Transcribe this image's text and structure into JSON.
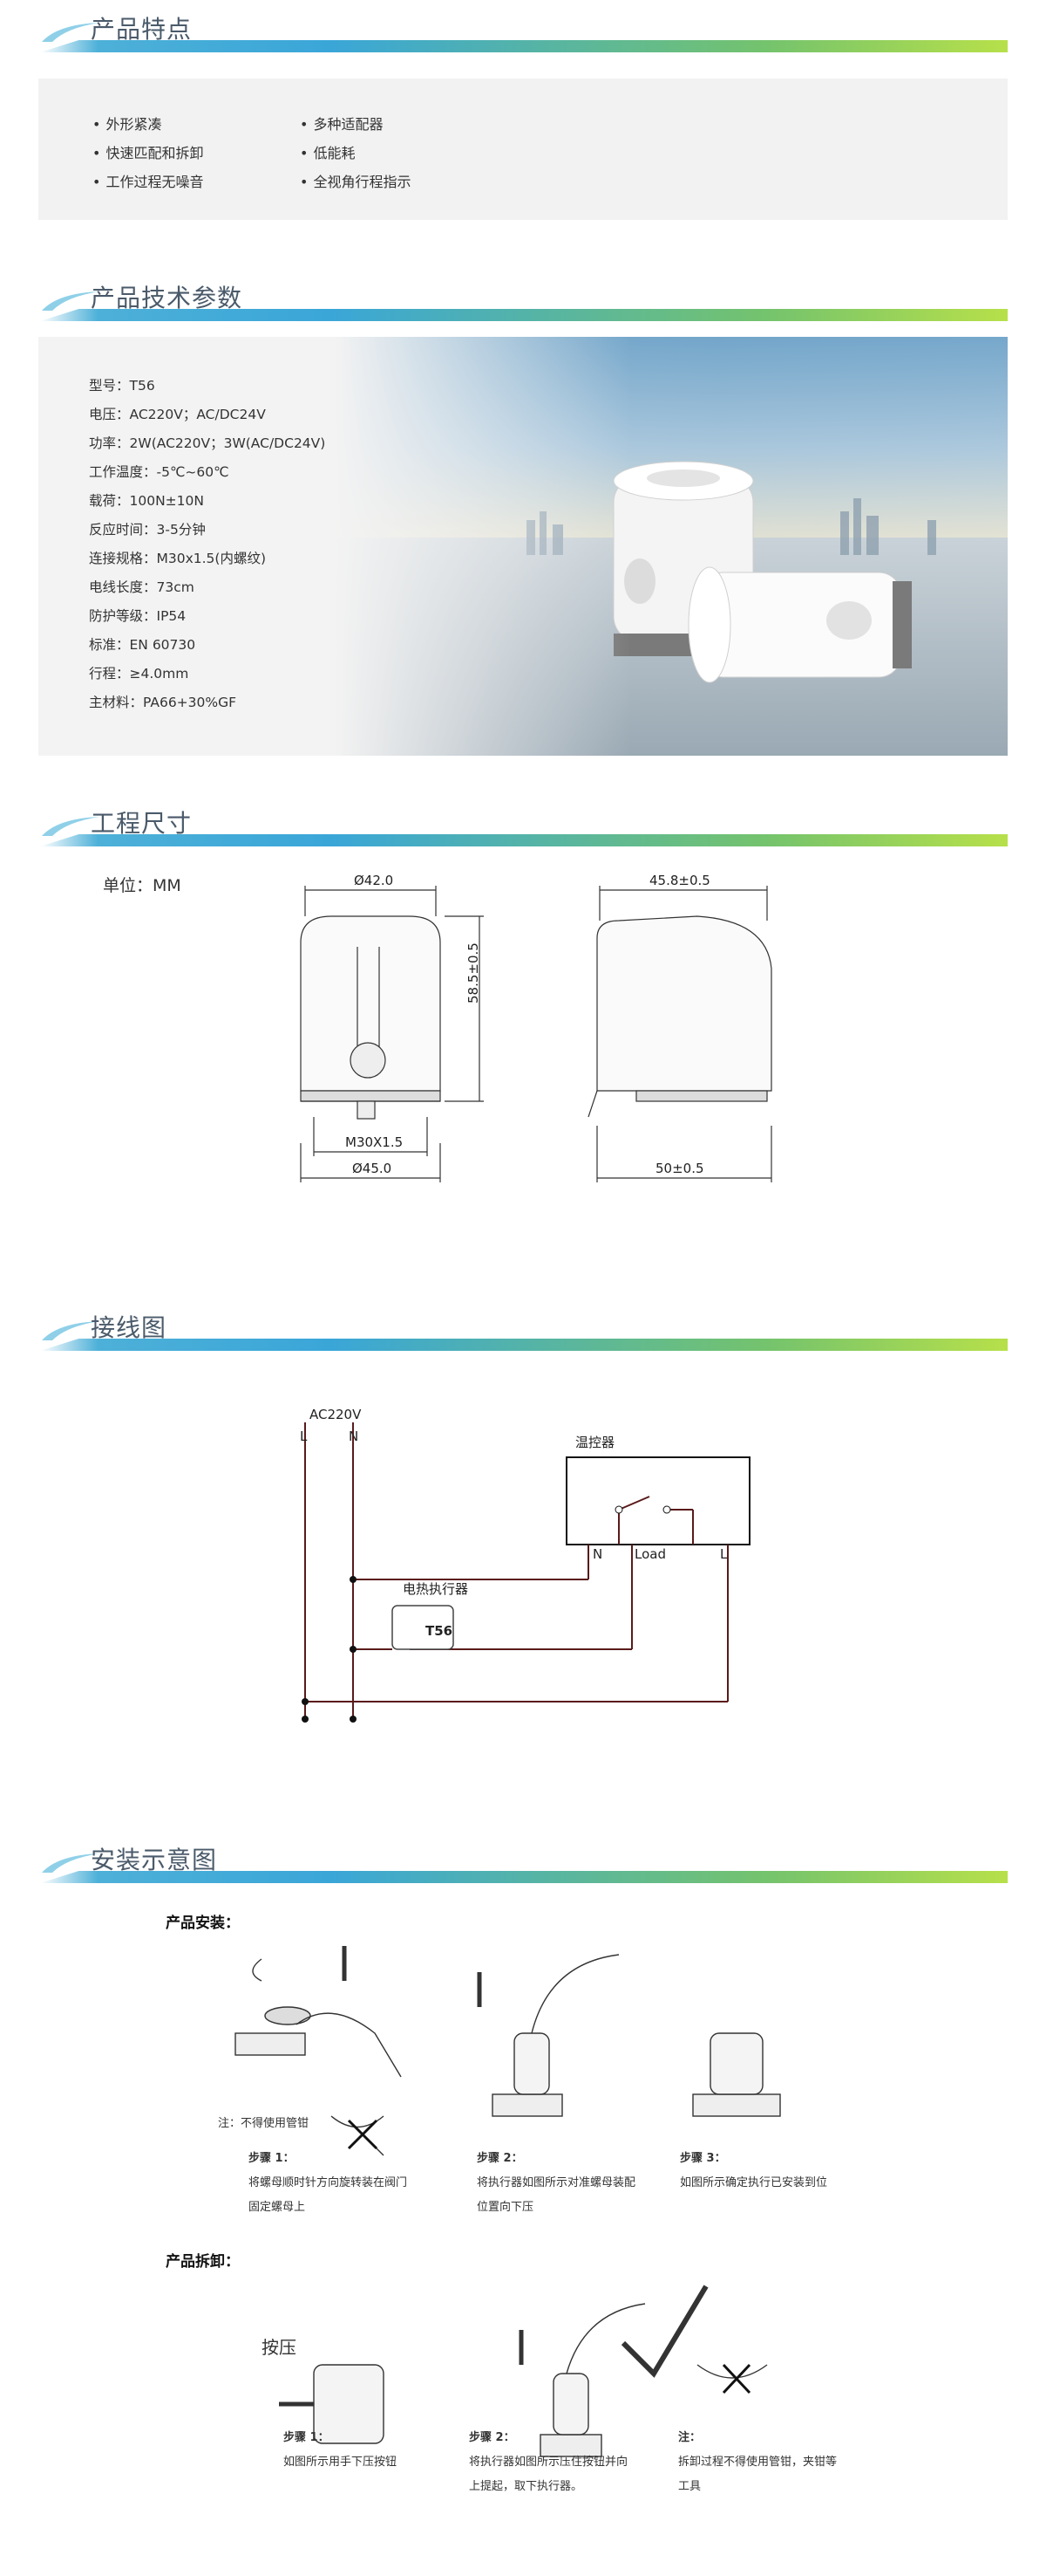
{
  "sections": {
    "features": "产品特点",
    "params": "产品技术参数",
    "dimensions": "工程尺寸",
    "wiring": "接线图",
    "install": "安装示意图"
  },
  "features": {
    "col1": [
      "外形紧凑",
      "快速匹配和拆卸",
      "工作过程无噪音"
    ],
    "col2": [
      "多种适配器",
      "低能耗",
      "全视角行程指示"
    ]
  },
  "params": [
    "型号：T56",
    "电压：AC220V；AC/DC24V",
    "功率：2W(AC220V；3W(AC/DC24V)",
    "工作温度：-5℃~60℃",
    "载荷：100N±10N",
    "反应时间：3-5分钟",
    "连接规格：M30x1.5(内螺纹)",
    "电线长度：73cm",
    "防护等级：IP54",
    "标准：EN 60730",
    "行程：≥4.0mm",
    "主材料：PA66+30%GF"
  ],
  "dimensions": {
    "unit": "单位：MM",
    "front_top": "Ø42.0",
    "front_height": "58.5±0.5",
    "thread": "M30X1.5",
    "front_bottom": "Ø45.0",
    "side_top": "45.8±0.5",
    "side_bottom": "50±0.5"
  },
  "wiring": {
    "supply": "AC220V",
    "l": "L",
    "n": "N",
    "thermostat": "温控器",
    "t_n": "N",
    "t_load": "Load",
    "t_l": "L",
    "actuator": "电热执行器",
    "model": "T56"
  },
  "install": {
    "install_title": "产品安装：",
    "note": "注：不得使用管钳",
    "s1_title": "步骤 1：",
    "s1_l1": "将螺母顺时针方向旋转装在阀门",
    "s1_l2": "固定螺母上",
    "s2_title": "步骤 2：",
    "s2_l1": "将执行器如图所示对准螺母装配",
    "s2_l2": "位置向下压",
    "s3_title": "步骤 3：",
    "s3_l1": "如图所示确定执行已安装到位",
    "remove_title": "产品拆卸：",
    "press": "按压",
    "r1_title": "步骤 1：",
    "r1_l1": "如图所示用手下压按钮",
    "r2_title": "步骤 2：",
    "r2_l1": "将执行器如图所示压住按钮并向",
    "r2_l2": "上提起，取下执行器。",
    "note2_title": "注：",
    "note2_l1": "拆卸过程不得使用管钳，夹钳等",
    "note2_l2": "工具"
  }
}
